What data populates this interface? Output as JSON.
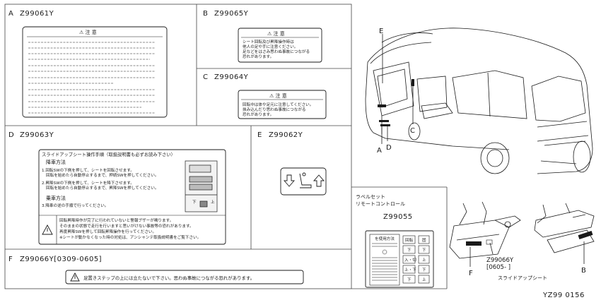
{
  "panels": {
    "A": {
      "letter": "A",
      "code": "Z99061Y",
      "label_title": "⚠ 注 意"
    },
    "B": {
      "letter": "B",
      "code": "Z99065Y",
      "label_title": "⚠ 注 意",
      "lines": [
        "シート回転及び昇降操作時は",
        "他人の足や手に注意ください。",
        "足などをはさみ思わぬ事故につながる",
        "恐れがあります。"
      ]
    },
    "C": {
      "letter": "C",
      "code": "Z99064Y",
      "label_title": "⚠ 注 意",
      "lines": [
        "回転中は体や足元に注意してください。",
        "挟み込んだり思わぬ事故につながる",
        "恐れがあります。"
      ]
    },
    "D": {
      "letter": "D",
      "code": "Z99063Y",
      "title": "スライドアップシート操作手順（取扱説明書も必ずお読み下さい）",
      "section1": "降車方法",
      "step1a": "1.回転SWの下側を押して、シートを回転させます。",
      "step1b": "回転を始めたら自動停止するまで、押続SWを押してください。",
      "step2a": "2.昇降SWの下側を押して、シートを降下させます。",
      "step2b": "回転を始めたら自動停止するまで、昇降SWを押してください。",
      "section2": "乗車方法",
      "step3": "3.降車の逆の手順で行ってください。",
      "sw_left": "下",
      "sw_right": "上",
      "warn1": "回転昇降時作が完了に行われていないと警報ブザーが鳴ります。",
      "warn2": "そのままの状態で走行を行いますと思いがけない事故等の恐れがあります。",
      "warn3": "再度昇降SWを押して回転昇降操作を行ってください。",
      "warn4": "※シートが動かなくなった時の対処は、アンシャンテ取扱説明書をご覧下さい。"
    },
    "E": {
      "letter": "E",
      "code": "Z99062Y"
    },
    "F": {
      "letter": "F",
      "code": "Z99066Y[0309-0605]",
      "warning": "足置きステップの上には立たないで下さい。思わぬ事故につながる恐れがあります。"
    },
    "label_set": {
      "line1": "ラベルセット",
      "line2": "リモートコントロール",
      "code": "Z99055",
      "remote_title": "を使用方法",
      "buttons_left": [
        "回転",
        "下",
        "入・切",
        "上・下",
        "下"
      ],
      "buttons_right": [
        "固",
        "下",
        "上",
        "下",
        "上"
      ]
    },
    "seat_view": {
      "code1": "Z99066Y",
      "code2": "[0605-   ]",
      "caption": "スライドアップシート",
      "callout_F": "F",
      "callout_B": "B"
    },
    "car_view": {
      "callout_E": "E",
      "callout_C": "C",
      "callout_A": "A",
      "callout_D": "D"
    }
  },
  "footer_id": "YZ99 0156"
}
